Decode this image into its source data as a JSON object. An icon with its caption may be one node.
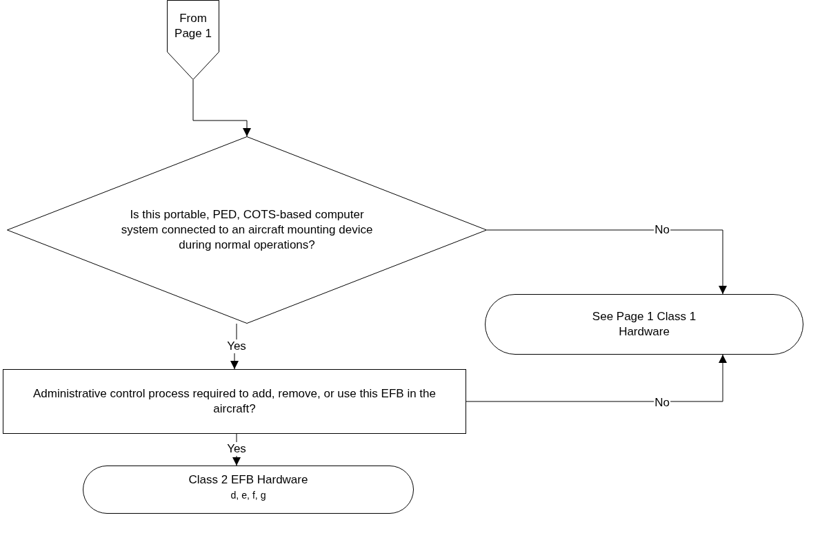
{
  "diagram": {
    "nodes": [
      {
        "text": [
          "From Page 1"
        ]
      },
      {
        "text": [
          "Is this portable, PED, COTS-based computer system connected to an aircraft mounting device during normal operations?"
        ]
      },
      {
        "text": [
          "See Page 1 Class 1 Hardware"
        ]
      },
      {
        "text": [
          "Administrative control process required to add, remove, or use this EFB in the aircraft?"
        ]
      },
      {
        "text": [
          "Class 2 EFB Hardware $^{d, e, f, g}$"
        ]
      }
    ],
    "edges": [
      {
        "from": 0,
        "to": 1,
        "arrow": "to"
      },
      {
        "from": 1,
        "to": 2,
        "arrow": "to",
        "label": "No"
      },
      {
        "from": 1,
        "to": 3,
        "arrow": "to",
        "label": "Yes"
      },
      {
        "from": 3,
        "to": 2,
        "arrow": "to",
        "label": "No"
      },
      {
        "from": 3,
        "to": 4,
        "arrow": "to",
        "label": "Yes"
      }
    ]
  }
}
